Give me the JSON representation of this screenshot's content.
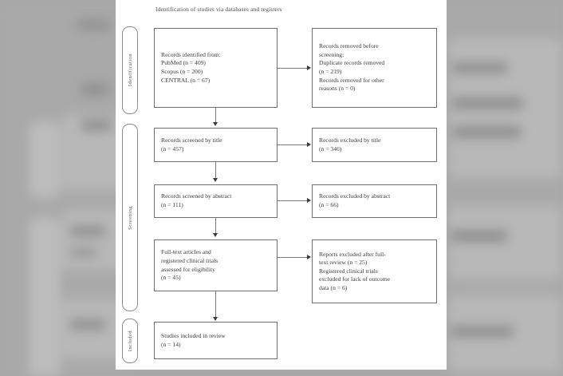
{
  "diagram": {
    "title": "Identification of studies via databases and registers",
    "type": "prisma-flow-diagram"
  },
  "stages": [
    {
      "id": "identification",
      "label": "Identification"
    },
    {
      "id": "screening",
      "label": "Screening"
    },
    {
      "id": "included",
      "label": "Included"
    }
  ],
  "boxes": {
    "records_identified": {
      "lines": [
        "Records identified from:",
        "PubMed (n = 409)",
        "Scopus (n = 200)",
        "CENTRAL (n = 67)"
      ]
    },
    "records_removed": {
      "lines": [
        "Records removed before",
        "screening:",
        "Duplicate records removed",
        "(n = 219)",
        "Records removed for other",
        "reasons (n = 0)"
      ]
    },
    "screened_title": {
      "lines": [
        "Records screened by title",
        "(n = 457)"
      ]
    },
    "excluded_title": {
      "lines": [
        "Records excluded by title",
        "(n = 346)"
      ]
    },
    "screened_abstract": {
      "lines": [
        "Records screened by abstract",
        "(n = 111)"
      ]
    },
    "excluded_abstract": {
      "lines": [
        "Records excluded by abstract",
        "(n = 66)"
      ]
    },
    "fulltext_assessed": {
      "lines": [
        "Full-text articles and",
        "registered clinical trials",
        "assessed for eligibility",
        "(n = 45)"
      ]
    },
    "reports_excluded": {
      "lines": [
        "Reports excluded after full-",
        "text review (n = 25)",
        "Registered clinical trials",
        "excluded for lack of outcome",
        "data (n = 6)"
      ]
    },
    "studies_included": {
      "lines": [
        "Studies included in review",
        "(n = 14)"
      ]
    }
  },
  "chart_data": {
    "type": "diagram-flow",
    "title": "Identification of studies via databases and registers",
    "nodes": [
      {
        "id": "records_identified",
        "stage": "Identification",
        "column": "left",
        "counts": {
          "PubMed": 409,
          "Scopus": 200,
          "CENTRAL": 67
        }
      },
      {
        "id": "records_removed",
        "stage": "Identification",
        "column": "right",
        "counts": {
          "Duplicate records removed": 219,
          "Records removed for other reasons": 0
        }
      },
      {
        "id": "screened_title",
        "stage": "Screening",
        "column": "left",
        "counts": {
          "n": 457
        }
      },
      {
        "id": "excluded_title",
        "stage": "Screening",
        "column": "right",
        "counts": {
          "n": 346
        }
      },
      {
        "id": "screened_abstract",
        "stage": "Screening",
        "column": "left",
        "counts": {
          "n": 111
        }
      },
      {
        "id": "excluded_abstract",
        "stage": "Screening",
        "column": "right",
        "counts": {
          "n": 66
        }
      },
      {
        "id": "fulltext_assessed",
        "stage": "Screening",
        "column": "left",
        "counts": {
          "n": 45
        }
      },
      {
        "id": "reports_excluded",
        "stage": "Screening",
        "column": "right",
        "counts": {
          "Reports excluded after full-text review": 25,
          "Registered clinical trials excluded for lack of outcome data": 6
        }
      },
      {
        "id": "studies_included",
        "stage": "Included",
        "column": "left",
        "counts": {
          "n": 14
        }
      }
    ],
    "edges": [
      {
        "from": "records_identified",
        "to": "records_removed",
        "direction": "right"
      },
      {
        "from": "records_identified",
        "to": "screened_title",
        "direction": "down"
      },
      {
        "from": "screened_title",
        "to": "excluded_title",
        "direction": "right"
      },
      {
        "from": "screened_title",
        "to": "screened_abstract",
        "direction": "down"
      },
      {
        "from": "screened_abstract",
        "to": "excluded_abstract",
        "direction": "right"
      },
      {
        "from": "screened_abstract",
        "to": "fulltext_assessed",
        "direction": "down"
      },
      {
        "from": "fulltext_assessed",
        "to": "reports_excluded",
        "direction": "right"
      },
      {
        "from": "fulltext_assessed",
        "to": "studies_included",
        "direction": "down"
      }
    ]
  }
}
